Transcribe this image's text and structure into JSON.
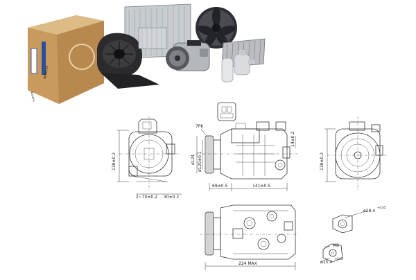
{
  "product_photo": {
    "box_brand": "Nissens",
    "box_side_text": "Nissens",
    "items": [
      "carton-box",
      "blower-motor",
      "radiator",
      "cooling-fan",
      "ac-compressor",
      "heater-core",
      "receiver-drier"
    ]
  },
  "drawing": {
    "front_view": {
      "height_label": "138±0.2",
      "width_label": "2~70±0.2",
      "offset_label": "30±0.2"
    },
    "side_view": {
      "belt_label": "7PK",
      "dia_large": "ø124",
      "dia_small": "ø120±0.1",
      "hub_label": "69±0.5",
      "body_label": "141±0.5",
      "mount_label": "14±0.2"
    },
    "rear_view": {
      "height_label": "138±0.2"
    },
    "top_view": {
      "length_label": "224 MAX"
    },
    "port_detail": {
      "dia_port_top": "ø28.4",
      "tol_port_top": "+0.05",
      "m_thread": "M8",
      "dia_port_bottom": "ø15.4",
      "tol_port_bottom": "+0.05"
    }
  }
}
